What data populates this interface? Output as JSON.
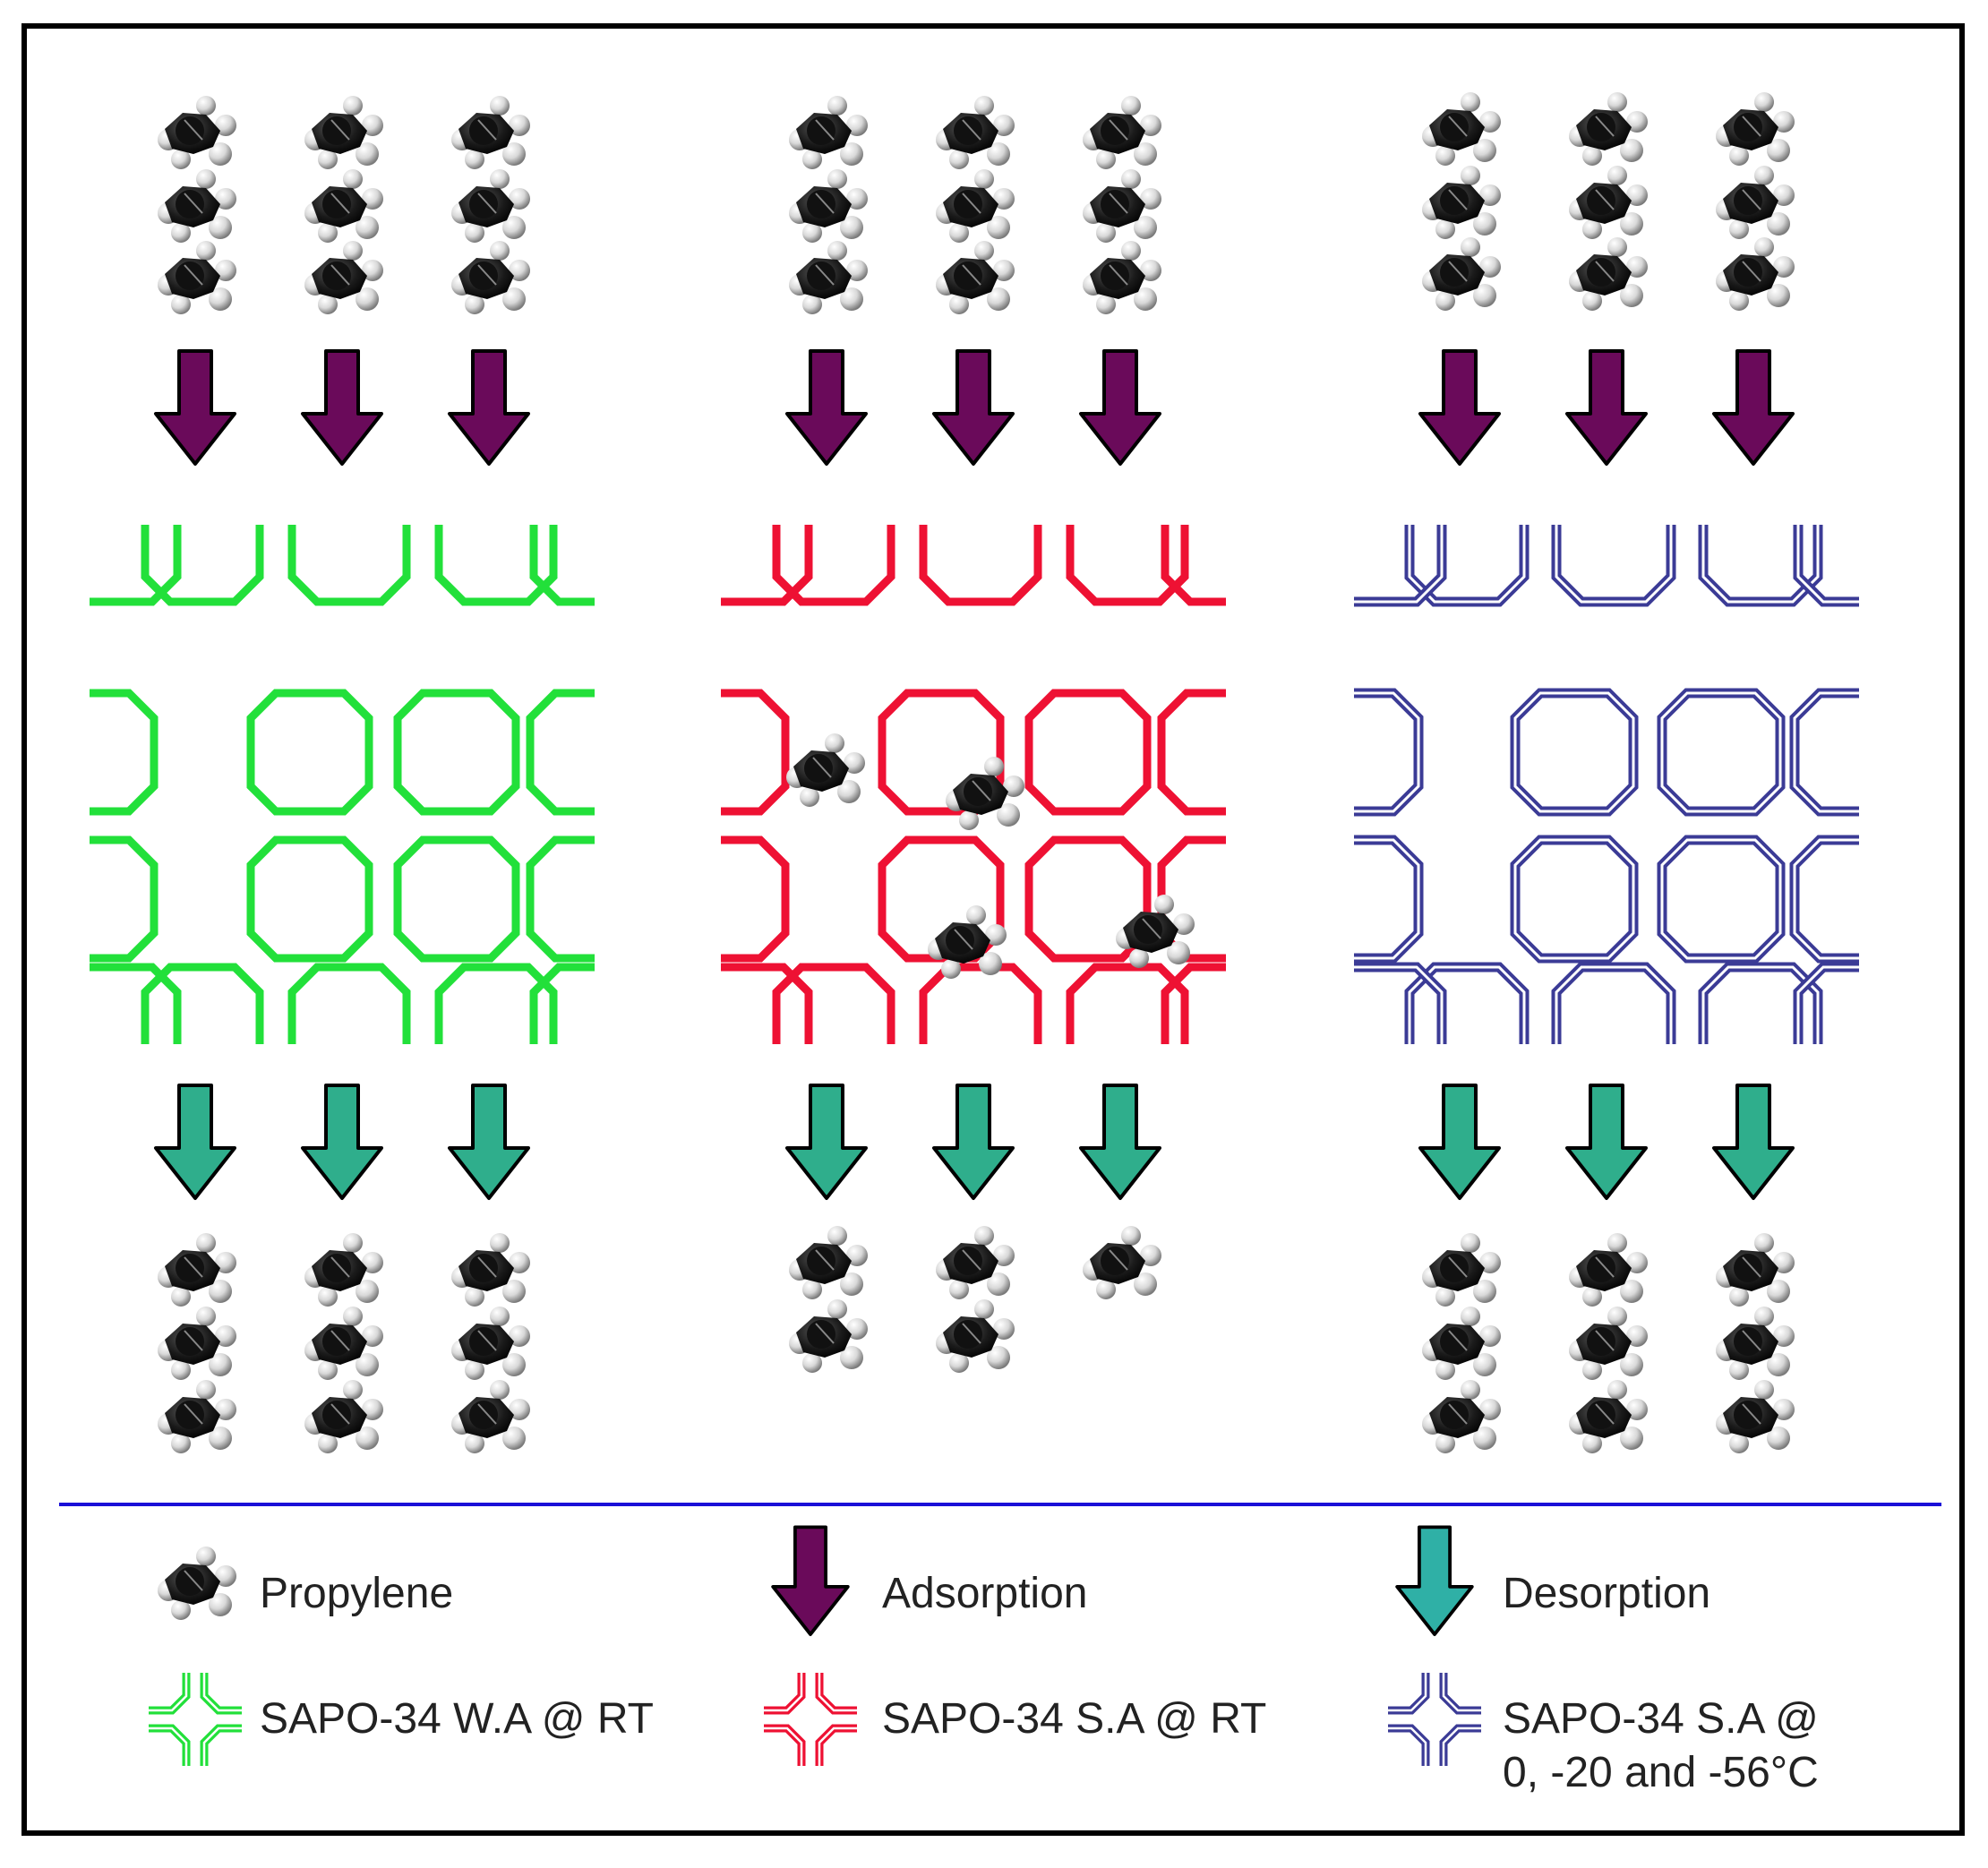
{
  "colors": {
    "wa_rt": "#22e03a",
    "sa_rt": "#ee1133",
    "sa_low": "#3b3b96",
    "adsorption_arrow": "#6a0a5a",
    "desorption_arrow": "#2fae8c",
    "legend_desorption_arrow": "#2fb0a6",
    "separator": "#1a10d8"
  },
  "panels": [
    {
      "id": "wa-rt",
      "framework": "wa_rt",
      "feed_molecules": 9,
      "adsorbed_molecules": 0,
      "desorbed_molecules": 9
    },
    {
      "id": "sa-rt",
      "framework": "sa_rt",
      "feed_molecules": 9,
      "adsorbed_molecules": 4,
      "desorbed_molecules": 5
    },
    {
      "id": "sa-low",
      "framework": "sa_low",
      "feed_molecules": 9,
      "adsorbed_molecules": 0,
      "desorbed_molecules": 9
    }
  ],
  "legend": {
    "propylene": "Propylene",
    "adsorption": "Adsorption",
    "desorption": "Desorption",
    "wa_rt": "SAPO-34 W.A @ RT",
    "sa_rt": "SAPO-34 S.A @ RT",
    "sa_low_line1": "SAPO-34 S.A @",
    "sa_low_line2": "0, -20 and -56°C"
  }
}
